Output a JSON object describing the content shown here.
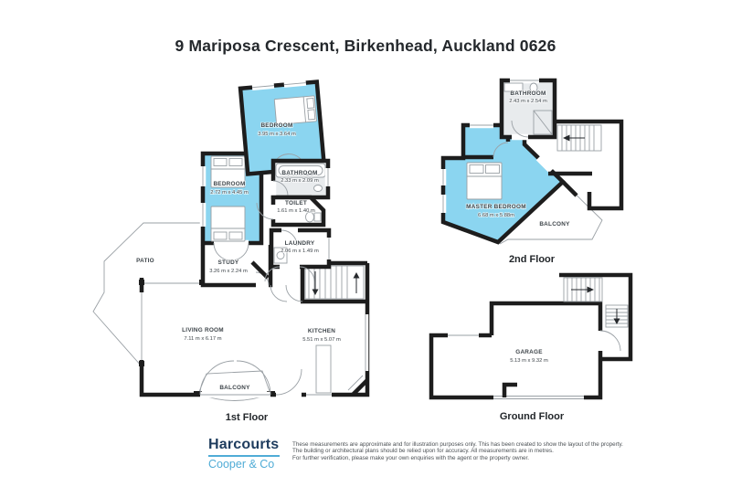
{
  "title": "9 Mariposa Crescent, Birkenhead, Auckland 0626",
  "colors": {
    "room_highlight": "#8bd5f0",
    "bathroom_fill": "#e8ebed",
    "wall": "#1d1d1d",
    "brand_navy": "#1e3c5e",
    "brand_blue": "#50acd6"
  },
  "first_floor": {
    "floor_label": "1st Floor",
    "bedroom_top": {
      "name": "BEDROOM",
      "dims": "3.95 m x 3.64 m"
    },
    "bedroom_left": {
      "name": "BEDROOM",
      "dims": "2.72 m x 4.45 m"
    },
    "bathroom": {
      "name": "BATHROOM",
      "dims": "2.33 m x 2.09 m"
    },
    "toilet": {
      "name": "TOILET",
      "dims": "1.61 m x 1.40 m"
    },
    "laundry": {
      "name": "LAUNDRY",
      "dims": "2.06 m x 1.49 m"
    },
    "study": {
      "name": "STUDY",
      "dims": "3.26 m x 2.24 m"
    },
    "living_room": {
      "name": "LIVING ROOM",
      "dims": "7.11 m x 6.17 m"
    },
    "kitchen": {
      "name": "KITCHEN",
      "dims": "5.51 m x 5.07 m"
    },
    "patio": {
      "name": "PATIO"
    },
    "balcony": {
      "name": "BALCONY"
    }
  },
  "second_floor": {
    "floor_label": "2nd Floor",
    "bathroom": {
      "name": "BATHROOM",
      "dims": "2.43 m x 2.54 m"
    },
    "master_bedroom": {
      "name": "MASTER BEDROOM",
      "dims": "6.68 m x 5.88m"
    },
    "balcony": {
      "name": "BALCONY"
    }
  },
  "ground_floor": {
    "floor_label": "Ground Floor",
    "garage": {
      "name": "GARAGE",
      "dims": "5.13 m x 9.32 m"
    }
  },
  "footer": {
    "brand": "Harcourts",
    "brand_sub": "Cooper & Co",
    "disclaimer": [
      "These measurements are approximate and for illustration purposes only. This has been created to show the layout of the property.",
      "The building or architectural plans should be relied upon for accuracy. All measurements are in metres.",
      "For further verification, please make your own enquiries with the agent or the property owner."
    ]
  }
}
